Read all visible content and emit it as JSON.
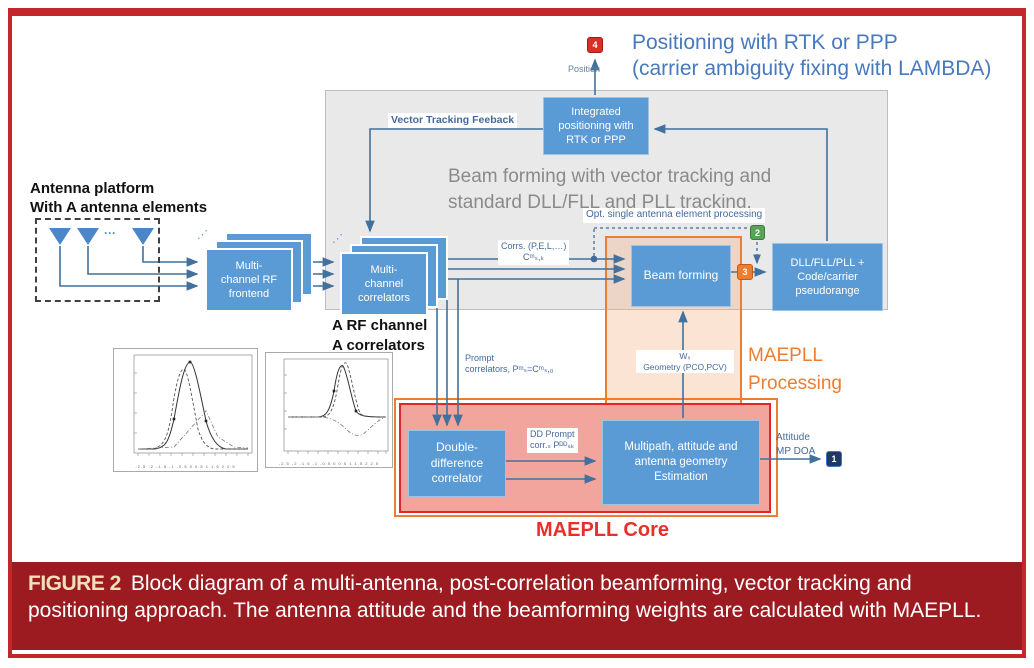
{
  "title": "Positioning with RTK or PPP\n(carrier ambiguity fixing with LAMBDA)",
  "caption": {
    "tag": "FIGURE 2",
    "text": "Block diagram of a multi-antenna, post-correlation beamforming, vector tracking and positioning approach. The antenna attitude and the beamforming weights are calculated with MAEPLL."
  },
  "badges": {
    "b1": "1",
    "b2": "2",
    "b3": "3",
    "b4": "4"
  },
  "blocks": {
    "integrated": "Integrated\npositioning with\nRTK or PPP",
    "rf_frontend": "Multi-\nchannel RF\nfrontend",
    "correlators": "Multi-\nchannel\ncorrelators",
    "beam_forming": "Beam forming",
    "dll": "DLL/FLL/PLL +\nCode/carrier\npseudorange",
    "dd_correlator": "Double-\ndifference\ncorrelator",
    "multipath": "Multipath, attitude and\nantenna geometry\nEstimation"
  },
  "labels": {
    "position": "Position",
    "vector_tracking": "Vector Tracking Feeback",
    "gray_box": "Beam forming with vector tracking and\nstandard DLL/FLL and PLL tracking.",
    "antenna_platform": "Antenna platform\nWith A antenna elements",
    "rf_channel": "A RF channel\nA correlators",
    "corrs": "Corrs. (P,E,L,…)\nCᵐₛ,ₖ",
    "opt_single": "Opt. single antenna element processing",
    "prompt": "Prompt\ncorrelators, Pᵐₛ=Cᵐₛ,₀",
    "dd_prompt": "DD Prompt\ncorr.ₛ Pᴰᴰₛₖ",
    "weights": "Wₛ\nGeometry (PCO,PCV)",
    "maepll_processing": "MAEPLL\nProcessing",
    "maepll_core": "MAEPLL Core",
    "attitude": "Attitude\nMP DOA",
    "ellipsis_h": "···",
    "ellipsis_stack_frontend": "⋰",
    "ellipsis_stack_correlators": "⋰"
  },
  "colors": {
    "block_blue": "#5B9BD5",
    "line_blue": "#41719C",
    "orange": "#ED7D31",
    "core_border_red": "#E3262B",
    "core_fill": "#F2A59C",
    "caption_bg": "#9C1B20",
    "frame_red": "#C4272B",
    "title_blue": "#4779BD",
    "gray_box_fill": "#E9E9EA",
    "badge_green": "#5AA354",
    "badge_navy": "#1F3864",
    "badge_red": "#D93025",
    "badge_orange": "#ED7D31"
  },
  "plots": [
    {
      "type": "line",
      "description": "correlation function with prompt peak and smaller multipath component",
      "x_range": [
        -2.5,
        2.5
      ],
      "tick_row": "-2.5 -2 -1.5 -1 -0.5 0 0.5 1 1.5 2 2.5",
      "series": [
        "solid correlator output",
        "dashed reference",
        "dash-dot multipath component"
      ]
    },
    {
      "type": "line",
      "description": "double-difference correlation with positive peak and negative lobe",
      "x_range": [
        -2.5,
        2.5
      ],
      "tick_row": "-2.5 -2 -1.5 -1 -0.5 0 0.5 1 1.5 2 2.5",
      "series": [
        "solid DD correlation",
        "dashed reference",
        "dash-dot negative lobe"
      ]
    }
  ]
}
